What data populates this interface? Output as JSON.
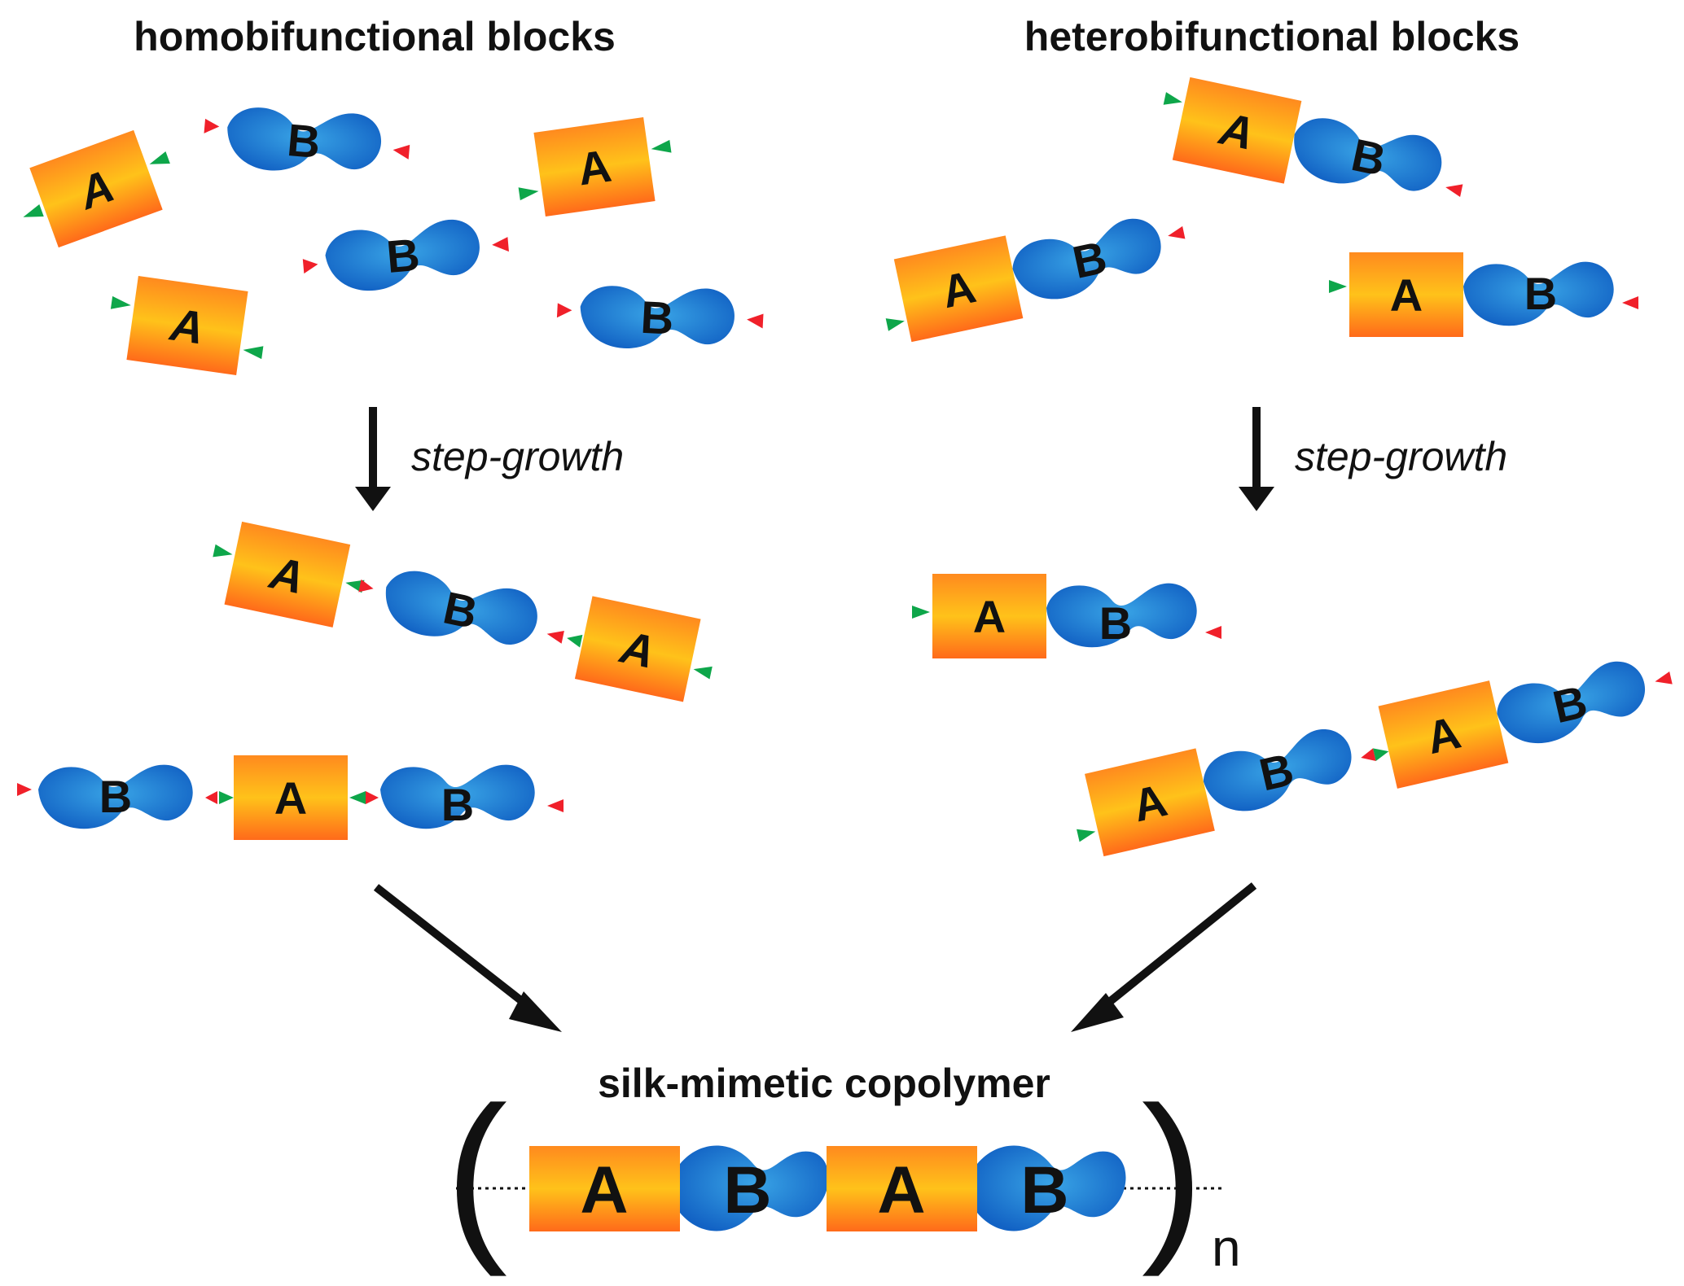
{
  "headings": {
    "homobifunctional": "homobifunctional blocks",
    "heterobifunctional": "heterobifunctional blocks",
    "product": "silk-mimetic copolymer"
  },
  "arrows": {
    "left_label": "step-growth",
    "right_label": "step-growth"
  },
  "blocks": {
    "a_letter": "A",
    "b_letter": "B"
  },
  "repeat_subscript": "n",
  "colors": {
    "block_a_top": "#ff8a1e",
    "block_a_mid": "#ffc21a",
    "block_a_bottom": "#ff6a1a",
    "block_b_dark": "#1466c8",
    "block_b_light": "#3fc6ee",
    "end_group_green": "#0ea64a",
    "end_group_red": "#f0202a",
    "arrow": "#111111"
  }
}
